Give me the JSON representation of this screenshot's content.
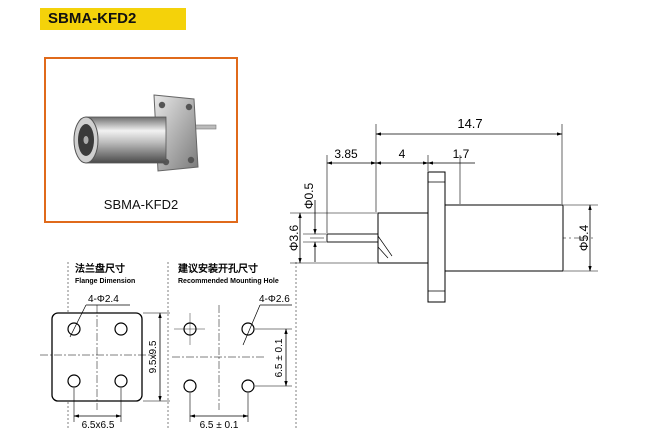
{
  "title": "SBMA-KFD2",
  "photo": {
    "caption": "SBMA-KFD2"
  },
  "side_view": {
    "dim_total": "14.7",
    "dim_pin": "3.85",
    "dim_body": "4",
    "dim_flange": "1.7",
    "dim_pin_dia": "Φ0.5",
    "dim_insulator_dia": "Φ3.6",
    "dim_body_dia": "Φ5.4"
  },
  "flange_view": {
    "title_cn": "法兰盘尺寸",
    "title_en": "Flange Dimension",
    "holes": "4-Φ2.4",
    "dim_horizontal": "6.5x6.5",
    "dim_vertical": "9.5x9.5"
  },
  "mounting_view": {
    "title_cn": "建议安装开孔尺寸",
    "title_en": "Recommended Mounting Hole",
    "holes": "4-Φ2.6",
    "dim_horizontal": "6.5 ± 0.1",
    "dim_vertical": "6.5 ± 0.1"
  }
}
